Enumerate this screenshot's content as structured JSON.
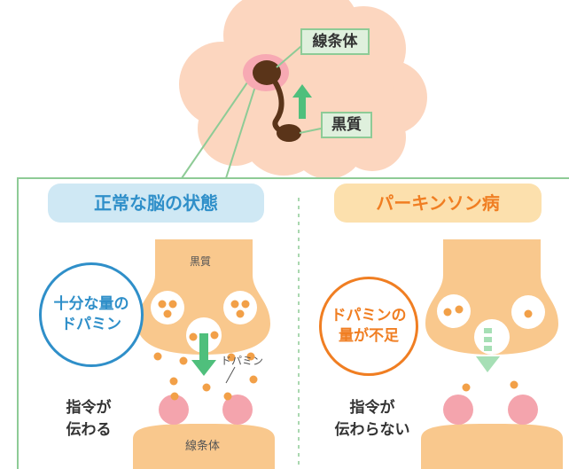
{
  "brain": {
    "striatum_label": "線条体",
    "substantia_nigra_label": "黒質"
  },
  "normal": {
    "title": "正常な脳の状態",
    "circle_text": [
      "十分な量の",
      "ドパミン"
    ],
    "top_label": "黒質",
    "bottom_label": "線条体",
    "dopamine_label": "ドパミン",
    "signal_text": [
      "指令が",
      "伝わる"
    ]
  },
  "parkinson": {
    "title": "パーキンソン病",
    "circle_text": [
      "ドパミンの",
      "量が不足"
    ],
    "signal_text": [
      "指令が",
      "伝わらない"
    ]
  },
  "colors": {
    "frame_green": "#8ecb96",
    "label_bg": "#dff0dd",
    "brain_skin": "#fcd6bf",
    "neuron": "#f9c88d",
    "dopamine_dot": "#f2a048",
    "receptor_pink": "#f4a4ad",
    "arrow_green": "#4fbf7c",
    "normal_title_bg": "#cfe8f4",
    "normal_title_text": "#2f8fc9",
    "parkinson_title_bg": "#fce0ad",
    "parkinson_title_text": "#f07e22",
    "dark_brown": "#5a3419"
  }
}
